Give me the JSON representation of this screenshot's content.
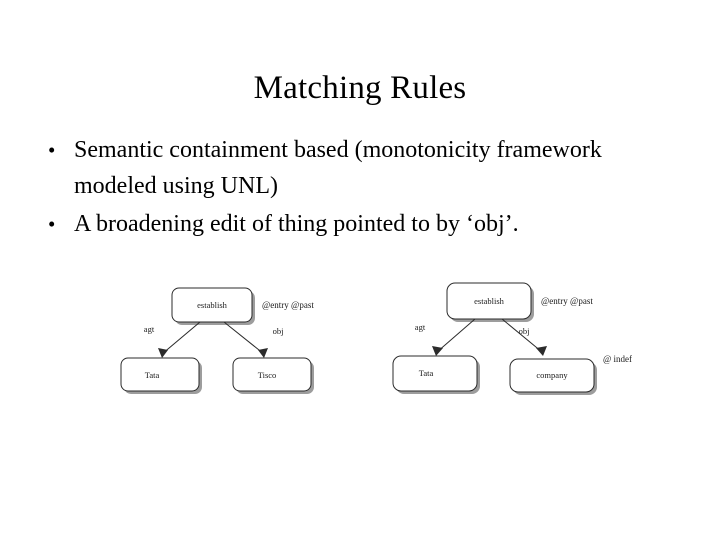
{
  "slide": {
    "title": "Matching Rules",
    "bullet_marker": "•",
    "bullets": [
      "Semantic containment based (monotonicity framework modeled using UNL)",
      "A broadening edit of thing pointed to by ‘obj’."
    ]
  },
  "diagrams": {
    "left": {
      "name": "source-unl-graph",
      "root_node": "establish",
      "root_attributes": "@entry @past",
      "edges": [
        {
          "label": "agt",
          "target": "Tata"
        },
        {
          "label": "obj",
          "target": "Tisco"
        }
      ],
      "nodes": [
        {
          "label": "establish"
        },
        {
          "label": "Tata"
        },
        {
          "label": "Tisco"
        }
      ],
      "node_attributes": []
    },
    "right": {
      "name": "target-unl-graph",
      "root_node": "establish",
      "root_attributes": "@entry @past",
      "edges": [
        {
          "label": "agt",
          "target": "Tata"
        },
        {
          "label": "obj",
          "target": "company"
        }
      ],
      "nodes": [
        {
          "label": "establish"
        },
        {
          "label": "Tata"
        },
        {
          "label": "company"
        }
      ],
      "node_attributes": [
        {
          "for": "company",
          "text": "@ indef"
        }
      ]
    }
  },
  "colors": {
    "background": "#ffffff",
    "text": "#000000",
    "diagram_stroke": "#2b2b2b",
    "diagram_shadow": "#9d9d9d"
  }
}
